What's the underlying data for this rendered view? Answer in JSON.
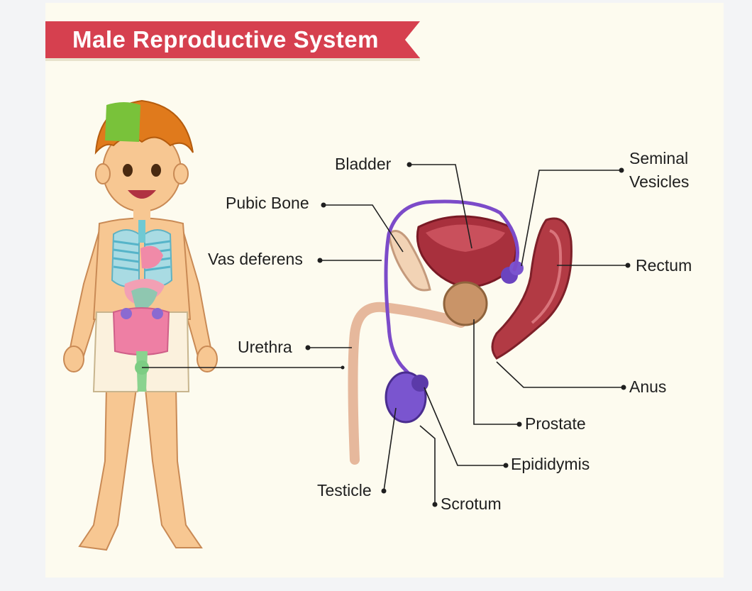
{
  "title": "Male Reproductive System",
  "labels": {
    "bladder": "Bladder",
    "pubic_bone": "Pubic Bone",
    "vas_deferens": "Vas deferens",
    "urethra": "Urethra",
    "testicle": "Testicle",
    "scrotum": "Scrotum",
    "epididymis": "Epididymis",
    "prostate": "Prostate",
    "anus": "Anus",
    "rectum": "Rectum",
    "seminal_vesicles_line1": "Seminal",
    "seminal_vesicles_line2": "Vesicles"
  },
  "colors": {
    "banner": "#d6404f",
    "background": "#fdfbef",
    "bladder": "#a8303d",
    "rectum": "#b23a44",
    "vas_deferens": "#7c4bc9",
    "testicle": "#7a55cf",
    "prostate": "#c99468",
    "skin": "#f7c792",
    "hair": "#e07a1c"
  },
  "icons": [
    "boy-figure-illustration",
    "anatomy-cross-section-illustration"
  ]
}
